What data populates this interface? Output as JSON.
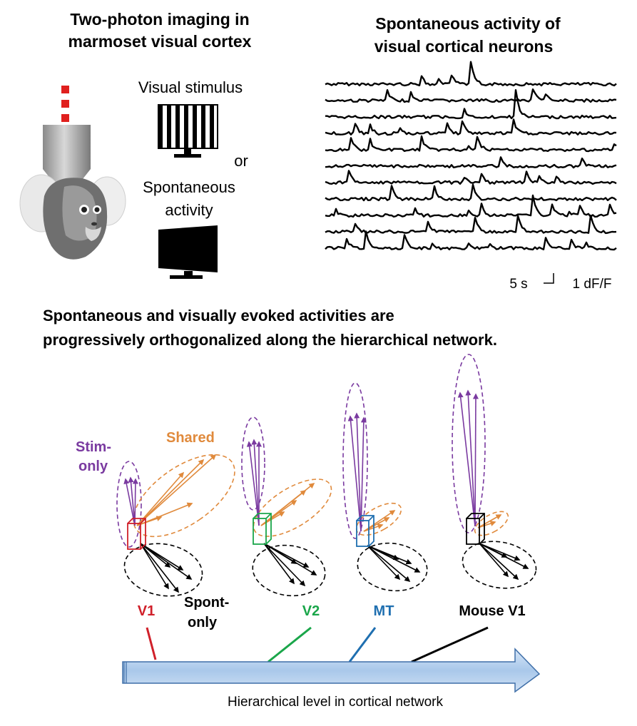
{
  "panels": {
    "top_left": {
      "title_line1": "Two-photon imaging in",
      "title_line2": "marmoset visual cortex",
      "stim_label": "Visual stimulus",
      "or_label": "or",
      "spont_label_line1": "Spontaneous",
      "spont_label_line2": "activity"
    },
    "top_right": {
      "title_line1": "Spontaneous activity of",
      "title_line2": "visual cortical neurons",
      "trace_count": 11,
      "scale_time": "5 s",
      "scale_amp": "1 dF/F"
    }
  },
  "conclusion": {
    "line1": "Spontaneous and visually evoked activities are",
    "line2": "progressively orthogonalized along the hierarchical network."
  },
  "diagram": {
    "stim_label_line1": "Stim-",
    "stim_label_line2": "only",
    "shared_label": "Shared",
    "spont_label_line1": "Spont-",
    "spont_label_line2": "only",
    "areas": [
      {
        "name": "V1",
        "color": "#d0202a"
      },
      {
        "name": "V2",
        "color": "#1aa64a"
      },
      {
        "name": "MT",
        "color": "#1f6fb0"
      },
      {
        "name": "Mouse V1",
        "color": "#000000"
      }
    ],
    "axis_label": "Hierarchical level in cortical network",
    "colors": {
      "stim": "#7a3aa0",
      "shared": "#e08a3c",
      "spont": "#000000",
      "axis_fill": "#b9d3ee"
    }
  }
}
